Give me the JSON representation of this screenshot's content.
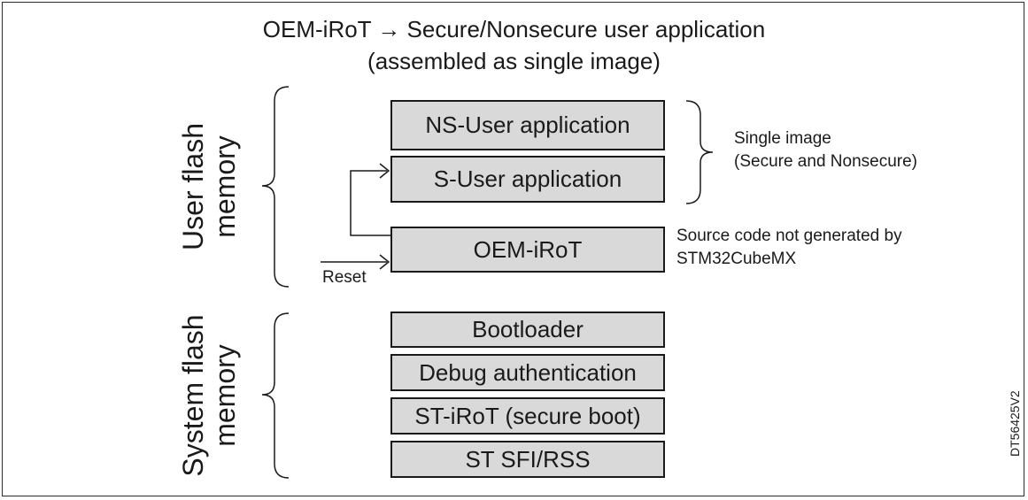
{
  "title": {
    "line1": "OEM-iRoT → Secure/Nonsecure user application",
    "line2": "(assembled as single image)"
  },
  "user_flash": {
    "label_line1": "User flash",
    "label_line2": "memory",
    "boxes": [
      "NS-User application",
      "S-User application",
      "OEM-iRoT"
    ]
  },
  "system_flash": {
    "label_line1": "System flash",
    "label_line2": "memory",
    "boxes": [
      "Bootloader",
      "Debug authentication",
      "ST-iRoT (secure boot)",
      "ST SFI/RSS"
    ]
  },
  "annotations": {
    "single_image_line1": "Single image",
    "single_image_line2": "(Secure and Nonsecure)",
    "source_code_line1": "Source code not generated by",
    "source_code_line2": "STM32CubeMX",
    "reset": "Reset"
  },
  "document_id": "DT56425V2"
}
